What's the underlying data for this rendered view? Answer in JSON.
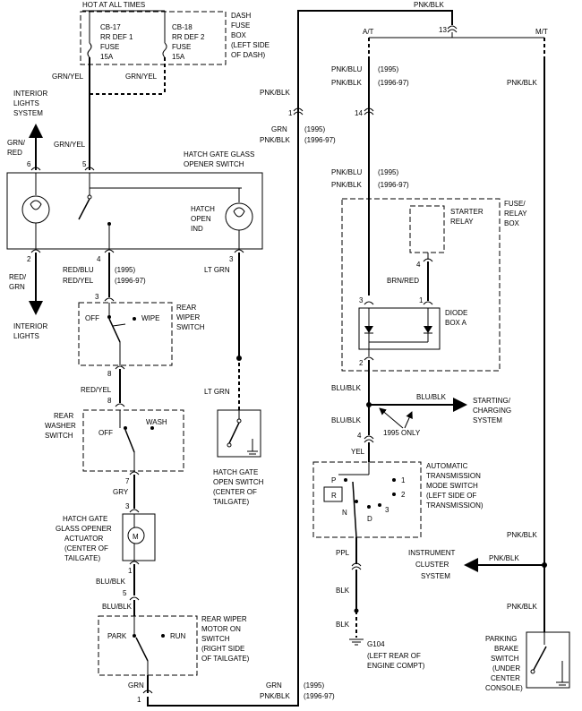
{
  "fuse_box": {
    "hot_label": "HOT AT ALL TIMES",
    "cb17_name": "CB-17",
    "cb17_desc1": "RR DEF 1",
    "cb17_desc2": "FUSE",
    "cb17_rating": "15A",
    "cb18_name": "CB-18",
    "cb18_desc1": "RR DEF 2",
    "cb18_desc2": "FUSE",
    "cb18_rating": "15A",
    "name_lines": [
      "DASH",
      "FUSE",
      "BOX",
      "(LEFT SIDE",
      "OF DASH)"
    ]
  },
  "wires": {
    "grn_yel": "GRN/YEL",
    "pnk_blk": "PNK/BLK",
    "grn": "GRN",
    "grn_red_1": "GRN/",
    "grn_red_2": "RED",
    "red_grn_1": "RED/",
    "red_grn_2": "GRN",
    "red_blu": "RED/BLU",
    "red_yel": "RED/YEL",
    "lt_grn": "LT GRN",
    "gry": "GRY",
    "blu_blk": "BLU/BLK",
    "pnk_blu": "PNK/BLU",
    "brn_red": "BRN/RED",
    "yel": "YEL",
    "ppl": "PPL",
    "blk": "BLK",
    "year_1995": "(1995)",
    "year_1996": "(1996-97)"
  },
  "pins": {
    "p1": "1",
    "p2": "2",
    "p3": "3",
    "p4": "4",
    "p5": "5",
    "p6": "6",
    "p7": "7",
    "p8": "8",
    "p13": "13",
    "p14": "14"
  },
  "interior_lights_system": [
    "INTERIOR",
    "LIGHTS",
    "SYSTEM"
  ],
  "interior_lights": [
    "INTERIOR",
    "LIGHTS"
  ],
  "hatch_switch": {
    "title_1": "HATCH GATE GLASS",
    "title_2": "OPENER SWITCH",
    "ind_1": "HATCH",
    "ind_2": "OPEN",
    "ind_3": "IND"
  },
  "rear_wiper_switch": {
    "off": "OFF",
    "wipe": "WIPE",
    "name": [
      "REAR",
      "WIPER",
      "SWITCH"
    ]
  },
  "rear_washer_switch": {
    "off": "OFF",
    "wash": "WASH",
    "name": [
      "REAR",
      "WASHER",
      "SWITCH"
    ]
  },
  "tailgate_switch": [
    "HATCH GATE",
    "OPEN SWITCH",
    "(CENTER OF",
    "TAILGATE)"
  ],
  "actuator": {
    "symbol": "M",
    "name": [
      "HATCH GATE",
      "GLASS OPENER",
      "ACTUATOR",
      "(CENTER OF",
      "TAILGATE)"
    ]
  },
  "wiper_motor": {
    "park": "PARK",
    "run": "RUN",
    "name": [
      "REAR WIPER",
      "MOTOR ON",
      "SWITCH",
      "(RIGHT SIDE",
      "OF TAILGATE)"
    ]
  },
  "trans": {
    "at": "A/T",
    "mt": "M/T"
  },
  "relay_box": {
    "starter_relay": [
      "STARTER",
      "RELAY"
    ],
    "name": [
      "FUSE/",
      "RELAY",
      "BOX"
    ],
    "diode": [
      "DIODE",
      "BOX A"
    ]
  },
  "starting_system": [
    "STARTING/",
    "CHARGING",
    "SYSTEM"
  ],
  "only_1995": "1995 ONLY",
  "mode_switch": {
    "P": "P",
    "R": "R",
    "N": "N",
    "D": "D",
    "n1": "1",
    "n2": "2",
    "n3": "3",
    "name": [
      "AUTOMATIC",
      "TRANSMISSION",
      "MODE SWITCH",
      "(LEFT SIDE OF",
      "TRANSMISSION)"
    ]
  },
  "cluster": [
    "INSTRUMENT",
    "CLUSTER",
    "SYSTEM"
  ],
  "ground": {
    "name": "G104",
    "desc": [
      "(LEFT REAR OF",
      "ENGINE COMPT)"
    ]
  },
  "parking_brake": [
    "PARKING",
    "BRAKE",
    "SWITCH",
    "(UNDER",
    "CENTER",
    "CONSOLE)"
  ]
}
